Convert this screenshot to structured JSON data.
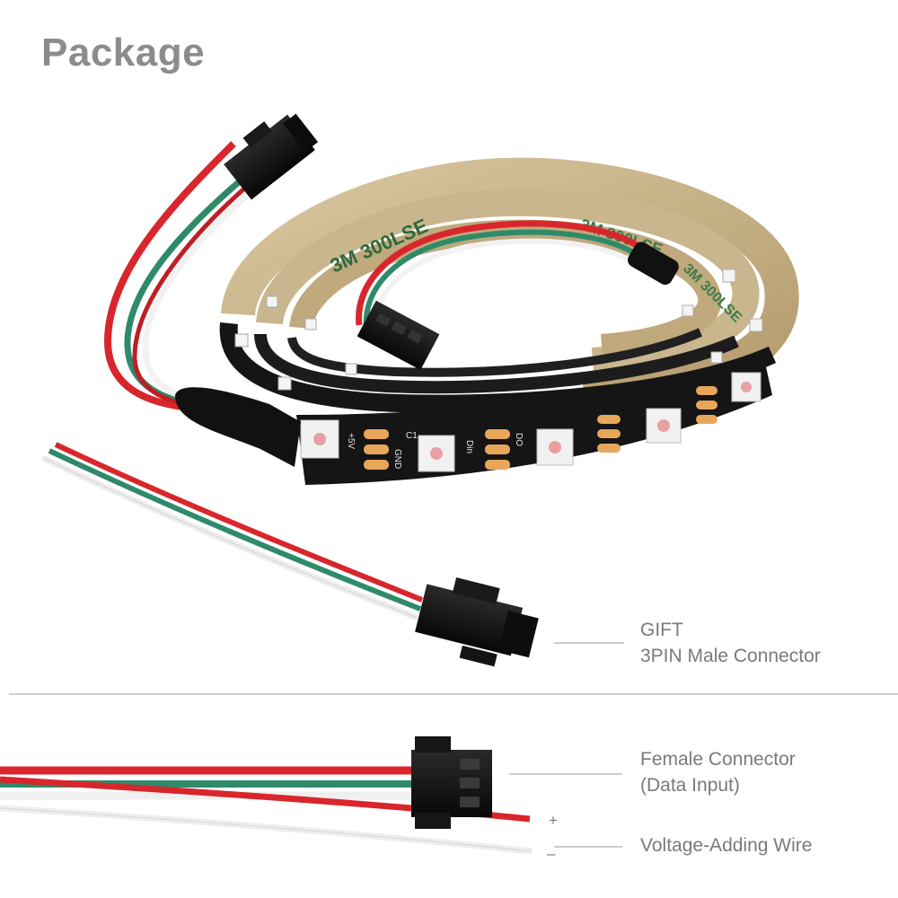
{
  "header": {
    "title": "Package"
  },
  "labels": {
    "gift_line1": "GIFT",
    "gift_line2": "3PIN Male Connector",
    "female_line1": "Female Connector",
    "female_line2": "(Data Input)",
    "voltage": "Voltage-Adding Wire",
    "plus": "+",
    "minus": "–"
  },
  "tape_text": "3M 300LSE",
  "pcb_silkscreen": {
    "vcc": "+5V",
    "din": "Din",
    "dout": "DO",
    "gnd": "GND",
    "cap": "C1"
  },
  "colors": {
    "wire_red": "#d8262c",
    "wire_green": "#2f8a6a",
    "wire_white": "#f2f2f2",
    "pcb_black": "#151515",
    "pad_gold": "#e8a65a",
    "tape_tan": "#c7b28a",
    "label_gray": "#7a7a7a"
  },
  "icons": [
    "led-strip-reel",
    "male-3pin-connector",
    "female-3pin-connector",
    "wire-bundle"
  ]
}
